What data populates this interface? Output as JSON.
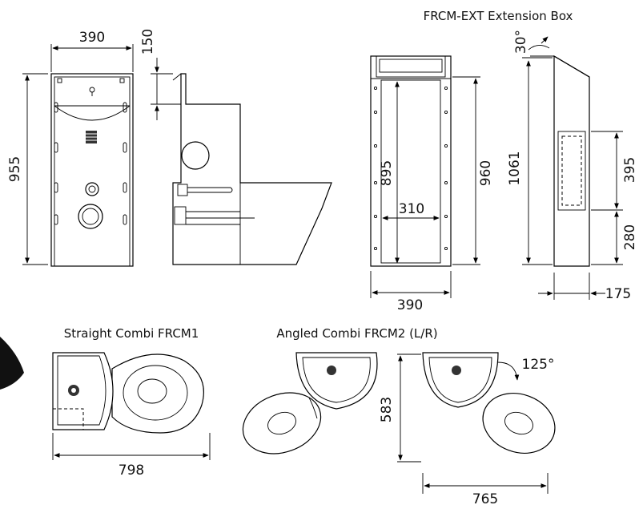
{
  "labels": {
    "extension_box_title": "FRCM-EXT Extension Box",
    "straight_combi_title": "Straight Combi FRCM1",
    "angled_combi_title": "Angled Combi FRCM2 (L/R)"
  },
  "dimensions": {
    "front_width": "390",
    "front_height": "955",
    "side_top": "150",
    "ext_height": "895",
    "ext_inner_width": "310",
    "ext_outer_height": "960",
    "ext_width": "390",
    "side_height": "1061",
    "angle": "30°",
    "panel_upper": "395",
    "panel_lower": "280",
    "depth": "175",
    "straight_length": "798",
    "angled_depth": "583",
    "angled_length": "765",
    "angled_rotation": "125°"
  },
  "icon_names": [
    "dimension-arrow-icon",
    "angle-arrow-icon",
    "drain-icon",
    "button-icon"
  ]
}
